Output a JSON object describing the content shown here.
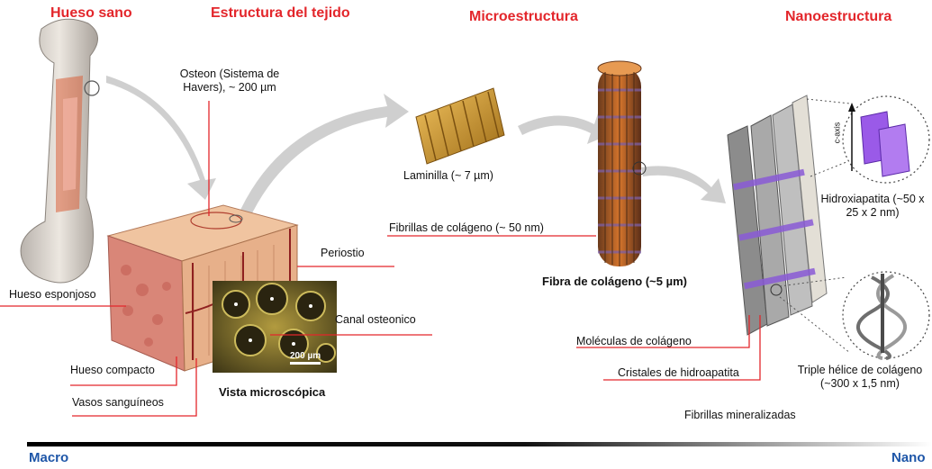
{
  "headings": {
    "healthy_bone": "Hueso sano",
    "tissue_structure": "Estructura del tejido",
    "microstructure": "Microestructura",
    "nanostructure": "Nanoestructura"
  },
  "labels": {
    "osteon": "Osteon (Sistema de Havers), ~ 200 µm",
    "lamella": "Laminilla (~ 7 µm)",
    "collagen_fibrils": "Fibrillas de colágeno (~ 50 nm)",
    "collagen_fiber": "Fibra de colágeno (~5 µm)",
    "periosteum": "Periostio",
    "spongy_bone": "Hueso esponjoso",
    "osteonic_canal": "Canal osteonico",
    "compact_bone": "Hueso compacto",
    "blood_vessels": "Vasos sanguíneos",
    "microscopic_view": "Vista microscópica",
    "scale_bar": "200 µm",
    "hydroxyapatite": "Hidroxiapatita (~50 x 25 x 2 nm)",
    "c_axis": "c-axis",
    "collagen_molecules": "Moléculas de colágeno",
    "hydroxyapatite_crystals": "Cristales de hidroapatita",
    "triple_helix": "Triple hélice de colágeno (~300 x 1,5 nm)",
    "mineralized_fibrils": "Fibrillas mineralizadas"
  },
  "scale": {
    "start": "Macro",
    "end": "Nano"
  },
  "colors": {
    "heading": "#e3262b",
    "leader": "#e3262b",
    "scale_label": "#1e56a8"
  }
}
